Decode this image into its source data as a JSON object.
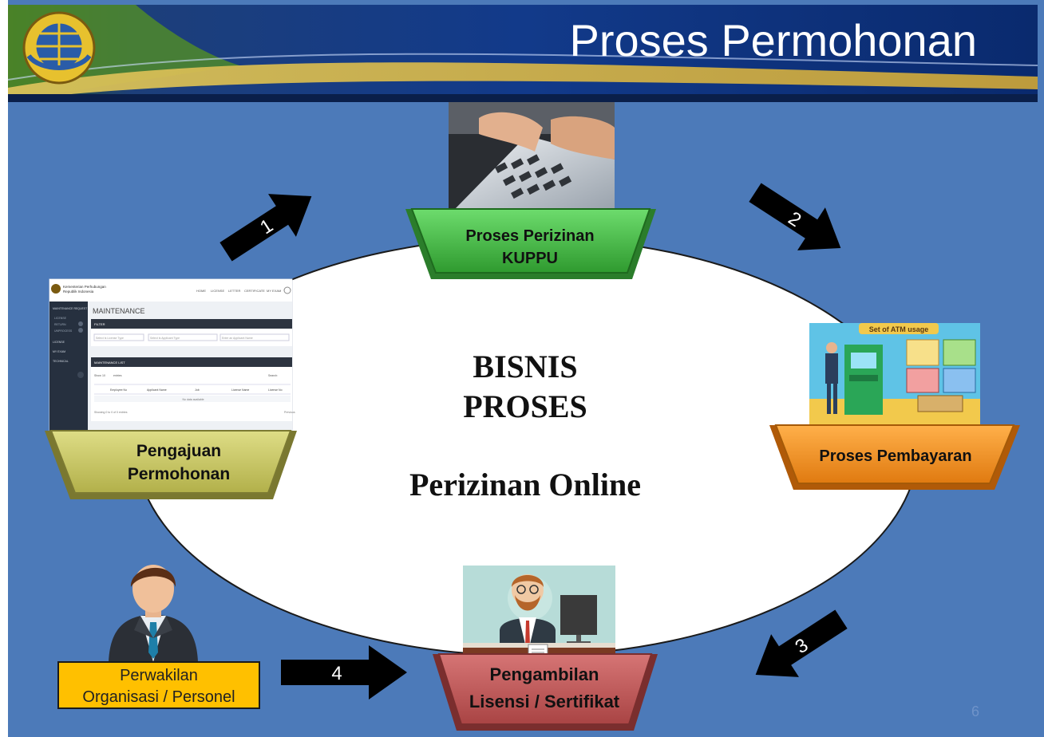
{
  "header": {
    "title": "Proses Permohonan"
  },
  "center": {
    "line1": "BISNIS",
    "line2": "PROSES",
    "line3": "Perizinan Online"
  },
  "boxes": {
    "kuppu": {
      "line1": "Proses Perizinan",
      "line2": "KUPPU",
      "color": "#3fb73f"
    },
    "pembayaran": {
      "line1": "Proses Pembayaran",
      "color": "#f0901a"
    },
    "pengajuan": {
      "line1": "Pengajuan",
      "line2": "Permohonan",
      "color": "#c9c761"
    },
    "pengambilan": {
      "line1": "Pengambilan",
      "line2": "Lisensi / Sertifikat",
      "color": "#c05a5a"
    }
  },
  "arrows": {
    "a1": "1",
    "a2": "2",
    "a3": "3",
    "a4": "4"
  },
  "perwakilan": {
    "line1": "Perwakilan",
    "line2": "Organisasi / Personel"
  },
  "atm": {
    "caption": "Set of ATM usage"
  },
  "app_screenshot": {
    "header_left_line1": "Kementerian Perhubungan",
    "header_left_line2": "Republik Indonesia",
    "nav_items": [
      "HOME",
      "LICENSE",
      "LETTER",
      "CERTIFICATE",
      "MY EXAM"
    ],
    "page_title": "MAINTENANCE",
    "filter_label": "FILTER",
    "filter_fields": [
      "Select Is License Type",
      "Select Is Applicant Type",
      "Enter an Applicant Name"
    ],
    "list_label": "MAINTENANCE LIST",
    "show_label": "Show",
    "show_value": "10",
    "entries_label": "entries",
    "search_label": "Search:",
    "columns": [
      "Employee No",
      "Applicant Name",
      "Job",
      "License Name",
      "License No"
    ],
    "empty_text": "No data available",
    "footer_text": "Showing 0 to 0 of 0 entries",
    "footer_right": "Previous",
    "sidebar_items": [
      "MAINTENANCE REQUEST",
      "LICENSE",
      "RETURN",
      "UNPROCESS",
      "LICENSE",
      "MY EXAM",
      "TECHNICAL"
    ]
  },
  "page_number": "6",
  "colors": {
    "background": "#4c7ab9",
    "header": "#0f2d6b",
    "ellipse": "#ffffff"
  }
}
